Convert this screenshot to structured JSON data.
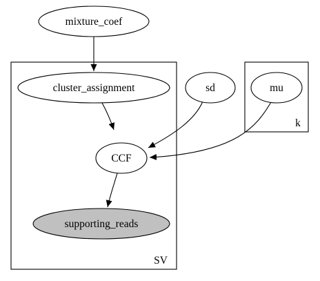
{
  "diagram": {
    "type": "plate-notation-graphical-model",
    "nodes": {
      "mixture_coef": {
        "label": "mixture_coef",
        "observed": false
      },
      "cluster_assignment": {
        "label": "cluster_assignment",
        "observed": false
      },
      "sd": {
        "label": "sd",
        "observed": false
      },
      "mu": {
        "label": "mu",
        "observed": false
      },
      "ccf": {
        "label": "CCF",
        "observed": false
      },
      "supporting_reads": {
        "label": "supporting_reads",
        "observed": true
      }
    },
    "plates": {
      "sv": {
        "label": "SV"
      },
      "k": {
        "label": "k"
      }
    },
    "edges": [
      {
        "from": "mixture_coef",
        "to": "cluster_assignment"
      },
      {
        "from": "cluster_assignment",
        "to": "ccf"
      },
      {
        "from": "sd",
        "to": "ccf"
      },
      {
        "from": "mu",
        "to": "ccf"
      },
      {
        "from": "ccf",
        "to": "supporting_reads"
      }
    ],
    "colors": {
      "stroke": "#000000",
      "latent_fill": "#ffffff",
      "observed_fill": "#c0c0c0",
      "background": "#ffffff"
    }
  }
}
